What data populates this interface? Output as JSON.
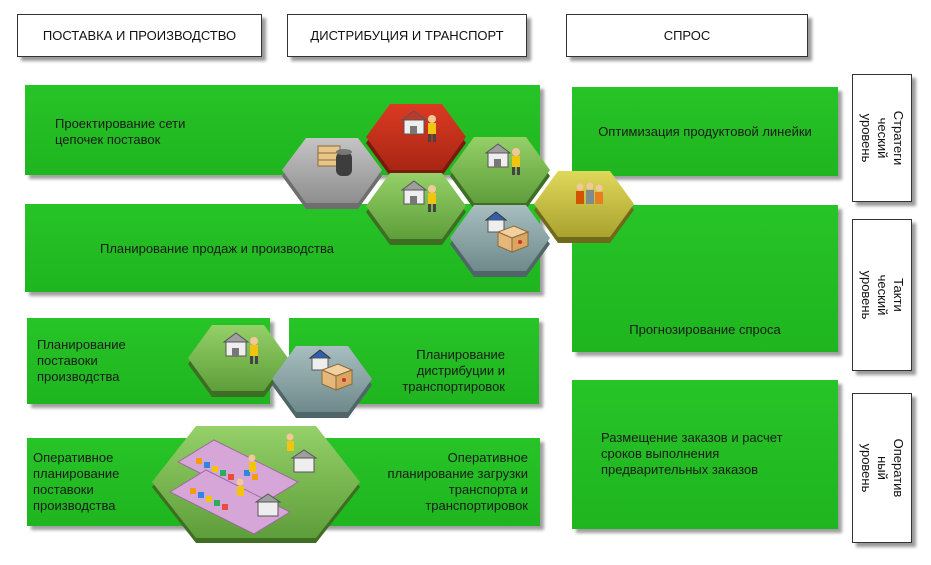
{
  "headers": {
    "supply": "ПОСТАВКА И ПРОИЗВОДСТВО",
    "distribution": "ДИСТРИБУЦИЯ И ТРАНСПОРТ",
    "demand": "СПРОС"
  },
  "levels": {
    "strategic": "Стратеги\nческий\nуровень",
    "tactical": "Такти\nческий\nуровень",
    "operational": "Оператив\nный\nуровень"
  },
  "boxes": {
    "network_design": "Проектирование сети\nцепочек поставок",
    "sales_production": "Планирование продаж и производства",
    "product_line": "Оптимизация продуктовой линейки",
    "supply_planning": "Планирование\nпоставоки\nпроизводства",
    "dist_planning": "Планирование\nдистрибуции и\nтранспортировок",
    "demand_forecast": "Прогнозирование спроса",
    "op_supply": "Оперативное\nпланирование\nпоставоки\nпроизводства",
    "op_transport": "Оперативное\nпланирование загрузки\nтранспорта и\nтранспортировок",
    "order_placement": "Размещение заказов и расчет\nсроков выполнения\nпредварительных заказов"
  },
  "colors": {
    "green": "#22bb22",
    "hex_grey": "#a9a9a9",
    "hex_red": "#c8321e",
    "hex_green": "#7cbf50",
    "hex_blue_grey": "#8fa7a9",
    "hex_yellow": "#c9c242",
    "factory_pink": "#d7a6d8"
  },
  "icons": [
    "barrels-icon",
    "warehouse-worker-icon",
    "warehouse-box-icon",
    "people-icon",
    "factory-line-icon"
  ]
}
